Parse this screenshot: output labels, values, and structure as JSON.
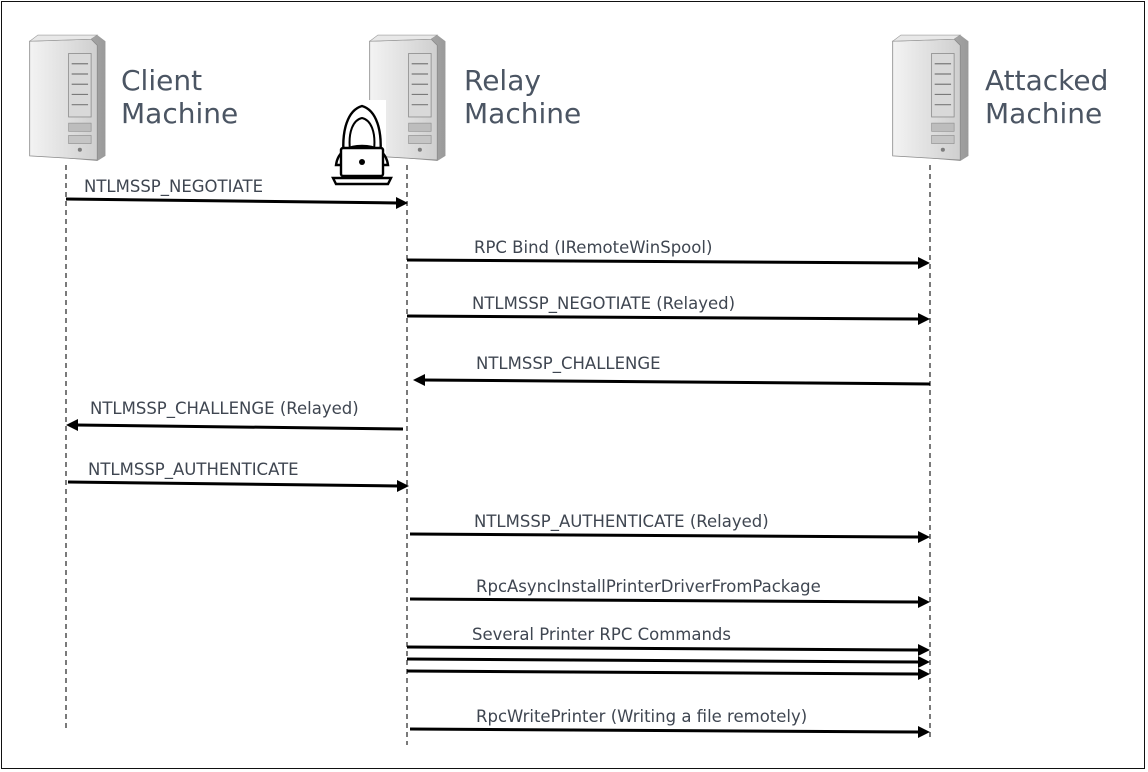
{
  "actors": {
    "client": {
      "line1": "Client",
      "line2": "Machine",
      "icon": "server-icon"
    },
    "relay": {
      "line1": "Relay",
      "line2": "Machine",
      "icon": "server-icon",
      "overlay_icon": "hacker-laptop-icon"
    },
    "attacked": {
      "line1": "Attacked",
      "line2": "Machine",
      "icon": "server-icon"
    }
  },
  "messages": [
    {
      "label": "NTLMSSP_NEGOTIATE",
      "from": "client",
      "to": "relay"
    },
    {
      "label": "RPC Bind (IRemoteWinSpool)",
      "from": "relay",
      "to": "attacked"
    },
    {
      "label": "NTLMSSP_NEGOTIATE (Relayed)",
      "from": "relay",
      "to": "attacked"
    },
    {
      "label": "NTLMSSP_CHALLENGE",
      "from": "attacked",
      "to": "relay"
    },
    {
      "label": "NTLMSSP_CHALLENGE (Relayed)",
      "from": "relay",
      "to": "client"
    },
    {
      "label": "NTLMSSP_AUTHENTICATE",
      "from": "client",
      "to": "relay"
    },
    {
      "label": "NTLMSSP_AUTHENTICATE (Relayed)",
      "from": "relay",
      "to": "attacked"
    },
    {
      "label": "RpcAsyncInstallPrinterDriverFromPackage",
      "from": "relay",
      "to": "attacked"
    },
    {
      "label": "Several Printer RPC Commands",
      "from": "relay",
      "to": "attacked",
      "arrow_count": 3
    },
    {
      "label": "RpcWritePrinter (Writing a file remotely)",
      "from": "relay",
      "to": "attacked"
    }
  ],
  "colors": {
    "text": "#4b5563",
    "label": "#3f4651",
    "arrow": "#000000",
    "lifeline": "#222222"
  }
}
